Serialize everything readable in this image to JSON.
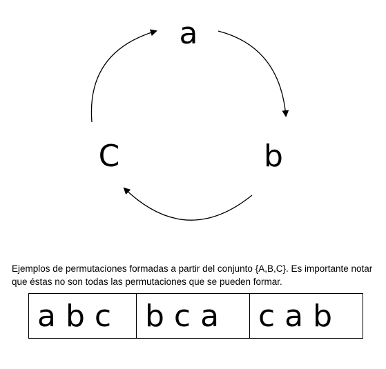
{
  "diagram": {
    "nodes": [
      {
        "id": "a",
        "label": "a"
      },
      {
        "id": "b",
        "label": "b"
      },
      {
        "id": "c",
        "label": "C"
      }
    ],
    "edges": [
      {
        "from": "a",
        "to": "b"
      },
      {
        "from": "b",
        "to": "c"
      },
      {
        "from": "c",
        "to": "a"
      }
    ]
  },
  "caption": "Ejemplos de permutaciones formadas a partir del conjunto {A,B,C}. Es importante notar que éstas no son todas las permutaciones que se pueden formar.",
  "permutations": [
    "a b c",
    "b c a",
    "c a b"
  ]
}
